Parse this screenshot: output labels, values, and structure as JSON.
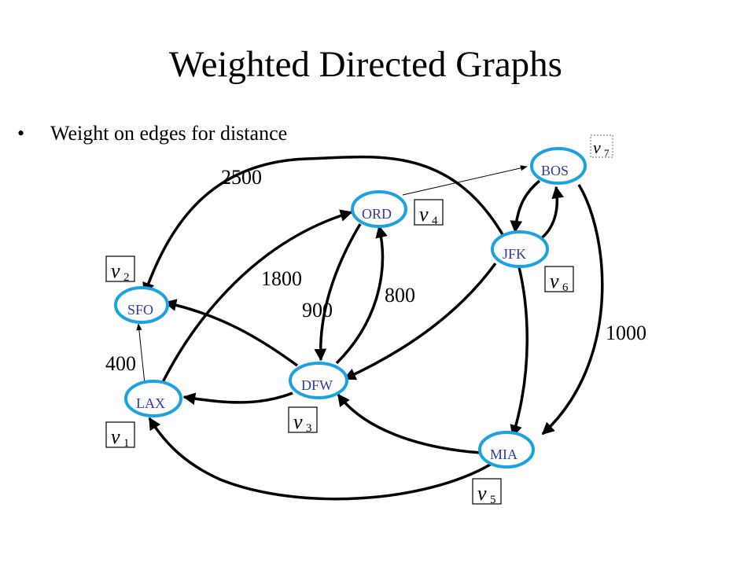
{
  "slide": {
    "title": "Weighted Directed Graphs",
    "bullet": "Weight on edges for distance",
    "bullet_symbol": "•"
  },
  "colors": {
    "node_stroke": "#1ba2e2",
    "node_text": "#2e3aa6",
    "edge": "#000000"
  },
  "nodes": [
    {
      "id": "SFO",
      "label": "SFO",
      "vertex": "v",
      "sub": "2"
    },
    {
      "id": "LAX",
      "label": "LAX",
      "vertex": "v",
      "sub": "1"
    },
    {
      "id": "DFW",
      "label": "DFW",
      "vertex": "v",
      "sub": "3"
    },
    {
      "id": "ORD",
      "label": "ORD",
      "vertex": "v",
      "sub": "4"
    },
    {
      "id": "MIA",
      "label": "MIA",
      "vertex": "v",
      "sub": "5"
    },
    {
      "id": "JFK",
      "label": "JFK",
      "vertex": "v",
      "sub": "6"
    },
    {
      "id": "BOS",
      "label": "BOS",
      "vertex": "v",
      "sub": "7"
    }
  ],
  "weights": [
    {
      "id": "w2500",
      "text": "2500"
    },
    {
      "id": "w1800",
      "text": "1800"
    },
    {
      "id": "w900",
      "text": "900"
    },
    {
      "id": "w800",
      "text": "800"
    },
    {
      "id": "w1000",
      "text": "1000"
    },
    {
      "id": "w400",
      "text": "400"
    }
  ],
  "edges": [
    {
      "from": "JFK",
      "to": "SFO"
    },
    {
      "from": "ORD",
      "to": "BOS"
    },
    {
      "from": "BOS",
      "to": "JFK"
    },
    {
      "from": "JFK",
      "to": "BOS"
    },
    {
      "from": "BOS",
      "to": "MIA"
    },
    {
      "from": "JFK",
      "to": "MIA"
    },
    {
      "from": "JFK",
      "to": "DFW"
    },
    {
      "from": "ORD",
      "to": "DFW"
    },
    {
      "from": "DFW",
      "to": "ORD"
    },
    {
      "from": "DFW",
      "to": "SFO"
    },
    {
      "from": "LAX",
      "to": "ORD"
    },
    {
      "from": "DFW",
      "to": "LAX"
    },
    {
      "from": "LAX",
      "to": "SFO"
    },
    {
      "from": "MIA",
      "to": "DFW"
    },
    {
      "from": "MIA",
      "to": "LAX"
    }
  ]
}
